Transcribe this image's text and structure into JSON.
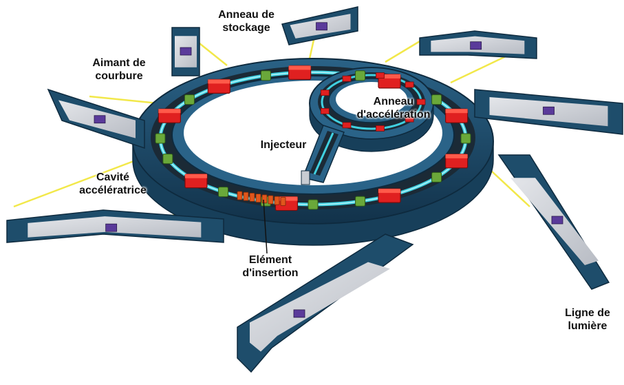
{
  "labels": {
    "anneau_stockage": [
      "Anneau de",
      "stockage"
    ],
    "anneau_acceleration": [
      "Anneau",
      "d'accélération"
    ],
    "aimant_courbure": [
      "Aimant de",
      "courbure"
    ],
    "injecteur": "Injecteur",
    "cavite": [
      "Cavité",
      "accélératrice"
    ],
    "element_insertion": [
      "Elément",
      "d'insertion"
    ],
    "ligne_lumiere": [
      "Ligne de",
      "lumière"
    ]
  },
  "colors": {
    "tunnel": "#1e4d6b",
    "tunnel_dark": "#143a52",
    "beam_pipe": "#40d0e0",
    "dipole_magnet": "#e02020",
    "quadrupole": "#6aa83a",
    "light_beam": "#f2e84a",
    "hutch_floor": "#d6d8dc"
  }
}
